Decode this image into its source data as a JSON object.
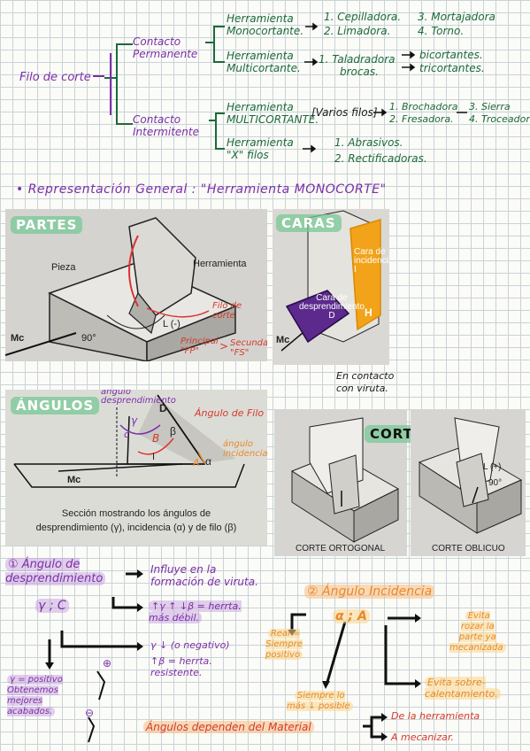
{
  "tree": {
    "root": "Filo de corte",
    "branch1": "Contacto\nPermanente",
    "branch2": "Contacto\nIntermitente",
    "b1a": "Herramienta\nMonocortante.",
    "b1a_items": [
      "1. Cepilladora.",
      "2. Limadora.",
      "3. Mortajadora",
      "4. Torno."
    ],
    "b1b": "Herramienta\nMulticortante.",
    "b1b_items": [
      "1. Taladradora",
      "brocas."
    ],
    "b1b_results": [
      "bicortantes.",
      "tricortantes."
    ],
    "b2a": "Herramienta\nMULTICORTANTE.",
    "b2a_box": "[Varios filos]",
    "b2a_items": [
      "1. Brochadora",
      "2. Fresadora.",
      "3. Sierra",
      "4. Troceadora"
    ],
    "b2b": "Herramienta\n\"X\" filos",
    "b2b_items": [
      "1. Abrasivos.",
      "2. Rectificadoras."
    ]
  },
  "section_heading": "• Representación General : \"Herramienta MONOCORTE\"",
  "photo_partes": {
    "tag": "PARTES",
    "pieza": "Pieza",
    "herramienta": "Herramienta",
    "mc": "Mc",
    "angle": "90°",
    "l_label": "L (-)",
    "filo": "Filo de\ncorte",
    "principal": "Principal\n\"FP\"",
    "gt": ">",
    "secundario": "Secundario\n\"FS\""
  },
  "photo_caras": {
    "tag": "CARAS",
    "cara_desp": "Cara de\ndesprendimiento\nD",
    "cara_inc": "Cara de\nincidencia\nI",
    "h": "H",
    "mc": "Mc",
    "note": "En contacto\ncon viruta."
  },
  "photo_angulos": {
    "tag": "ÁNGULOS",
    "ang_desp": "ángulo\ndesprendimiento",
    "gamma": "γ",
    "c": "c",
    "d": "D",
    "beta_letter": "B",
    "beta": "β",
    "i": "I",
    "alpha": "α",
    "a": "A",
    "ang_filo": "Ángulo de Filo",
    "ang_inc": "ángulo\nincidencia",
    "mc": "Mc",
    "caption": "Sección mostrando los ángulos de\ndesprendimiento (γ), incidencia (α) y de filo (β)"
  },
  "photo_cortes": {
    "tag": "CORTES:",
    "ortogonal": "CORTE ORTOGONAL",
    "oblicuo": "CORTE OBLICUO",
    "l_label": "L (+)",
    "angle": "90°"
  },
  "notes1": {
    "title": "① Ángulo de\ndesprendimiento",
    "influye": "Influye en la\nformación de viruta.",
    "gamma_c": "γ ; C",
    "up": "↑γ ↑ ↓β = herrta.\nmás débil.",
    "down": "γ ↓ (o negativo)",
    "down2": "↑β = herrta.\nresistente.",
    "positivo": "γ = positivo\nObtenemos\nmejores\nacabados.",
    "plus": "⊕",
    "minus": "⊖"
  },
  "notes2": {
    "title": "② Ángulo Incidencia",
    "alpha_a": "α ; A",
    "real": "Real =\nSiempre\npositivo",
    "evita1": "Evita\nrozar la\nparte ya\nmecanizada",
    "siempre": "Siempre lo\nmás ↓ posible",
    "evita2": "Evita sobre-\ncalentamiento."
  },
  "footer": {
    "text": "Ángulos dependen del Material",
    "a": "De la herramienta",
    "b": "A mecanizar."
  }
}
